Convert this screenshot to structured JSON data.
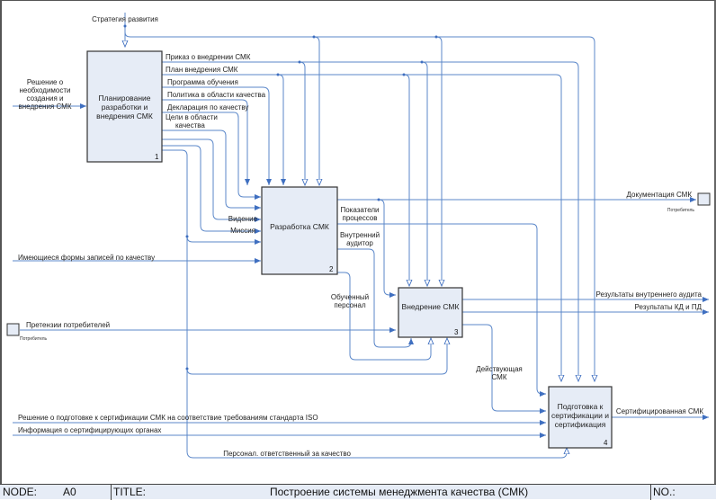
{
  "diagram": {
    "type": "IDEF0",
    "boxes": [
      {
        "id": "1",
        "label": [
          "Планирование",
          "разработки и",
          "внедрения СМК"
        ],
        "number": "1"
      },
      {
        "id": "2",
        "label": [
          "Разработка СМК"
        ],
        "number": "2"
      },
      {
        "id": "3",
        "label": [
          "Внедрение СМК"
        ],
        "number": "3"
      },
      {
        "id": "4",
        "label": [
          "Подготовка к",
          "сертификации и",
          "сертификация"
        ],
        "number": "4"
      }
    ],
    "arrows": {
      "strategy": "Стратегия развития",
      "decision": [
        "Решение о",
        "необходимости",
        "создания и",
        "внедрения СМК"
      ],
      "order": "Приказ о внедрении СМК",
      "plan": "План внедрения СМК",
      "training_program": "Программа обучения",
      "policy": "Политика в области качества",
      "declaration": "Декларация по качеству",
      "goals": [
        "Цели в области",
        "качества"
      ],
      "vision": "Видение",
      "mission": "Миссия",
      "existing_forms": "Имеющиеся формы записей по качеству",
      "process_indicators": [
        "Показатели",
        "процессов"
      ],
      "internal_auditor": [
        "Внутренний",
        "аудитор"
      ],
      "trained_staff": [
        "Обученный",
        "персонал"
      ],
      "documentation": "Документация СМК",
      "consumer_label": "Потребитель",
      "complaints": "Претензии потребителей",
      "audit_results": "Результаты внутреннего аудита",
      "kd_pd_results": "Результаты КД и ПД",
      "active_qms": [
        "Действующая",
        "СМК"
      ],
      "cert_decision": "Решение о подготовке к сертификации СМК на соответствие требованиям стандарта ISO",
      "cert_bodies_info": "Информация о сертифицирующих органах",
      "responsible_staff": "Персонал. ответственный за качество",
      "certified_qms": "Сертифицированная СМК"
    }
  },
  "titlebar": {
    "node_label": "NODE:",
    "node_value": "A0",
    "title_label": "TITLE:",
    "title_value": "Построение системы менеджмента качества (СМК)",
    "no_label": "NO.:"
  }
}
